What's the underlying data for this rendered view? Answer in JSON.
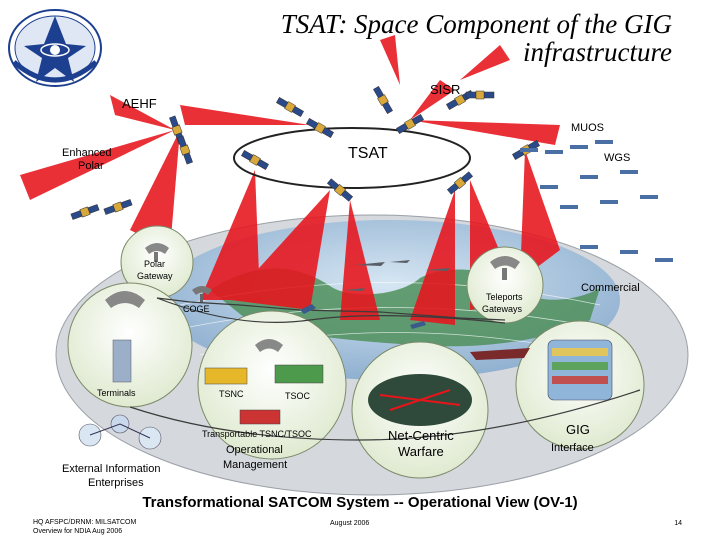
{
  "slide": {
    "title_line1": "TSAT: Space Component of the GIG",
    "title_line2": "infrastructure",
    "operational_view_title": "Transformational SATCOM System -- Operational View (OV-1)",
    "footer_left_line1": "HQ AFSPC/DRNM:  MILSATCOM",
    "footer_left_line2": "Overview for NDIA Aug 2006",
    "footer_date": "August 2006",
    "page_number": "14"
  },
  "labels": {
    "aehf": "AEHF",
    "sisr": "SISR",
    "muos": "MUOS",
    "enhanced_polar_1": "Enhanced",
    "enhanced_polar_2": "Polar",
    "tsat": "TSAT",
    "wgs": "WGS",
    "polar_gateway_1": "Polar",
    "polar_gateway_2": "Gateway",
    "coge": "COGE",
    "commercial": "Commercial",
    "teleports_1": "Teleports",
    "teleports_2": "Gateways",
    "terminals": "Terminals",
    "tsnc": "TSNC",
    "tsoc": "TSOC",
    "transportable": "Transportable TSNC/TSOC",
    "opmgmt_1": "Operational",
    "opmgmt_2": "Management",
    "netcentric_1": "Net-Centric",
    "netcentric_2": "Warfare",
    "gig_1": "GIG",
    "gig_2": "Interface",
    "external_1": "External Information",
    "external_2": "Enterprises"
  },
  "colors": {
    "beam_red": "#e8141c",
    "ellipse_grey": "#c9cdd2",
    "globe_green": "#4f8f5a",
    "globe_blue": "#a8c4de",
    "ring_line": "#3c3c3c",
    "bubble_fill": "#f2f7ea",
    "logo_blue": "#1d3f8f"
  },
  "icons": {
    "logo": "air-force-space-command-seal",
    "satellite": "satellite-icon",
    "dish": "satellite-dish-icon",
    "aircraft": "aircraft-icon",
    "ship": "ship-icon",
    "building": "building-icon",
    "server": "server-stack-icon",
    "network": "network-node-icon"
  }
}
